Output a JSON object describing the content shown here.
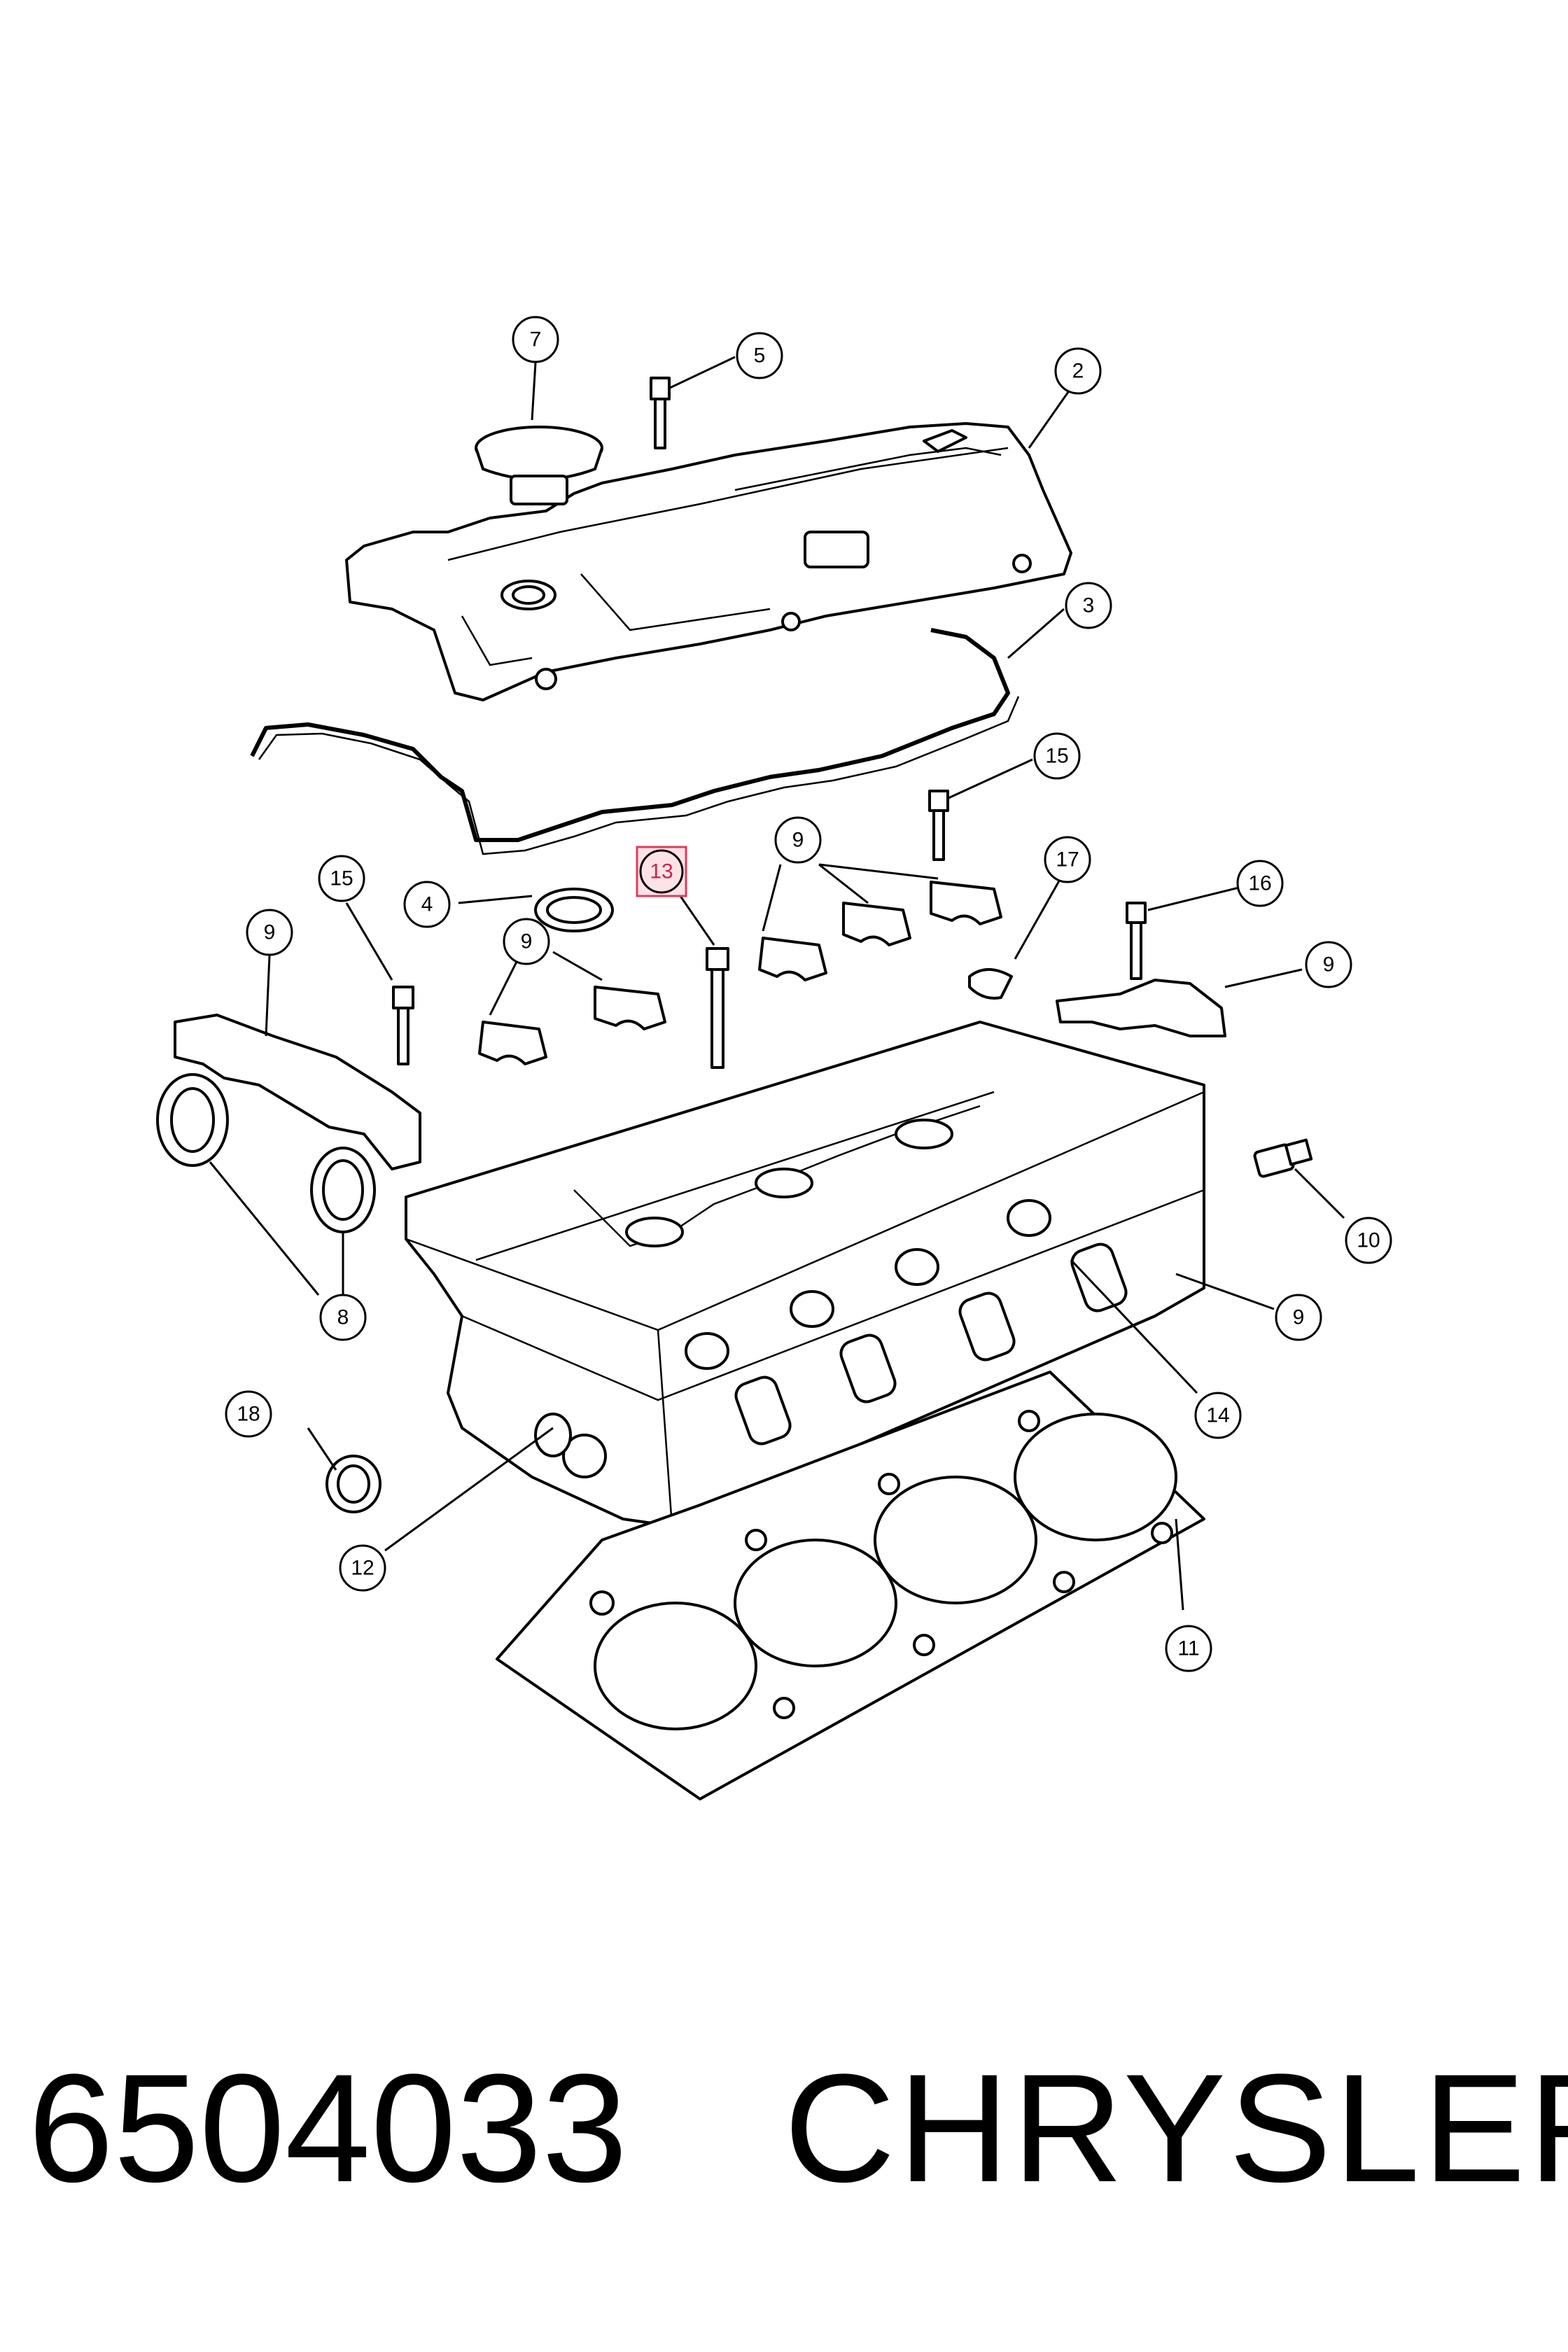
{
  "callouts": {
    "c2": "2",
    "c3": "3",
    "c4": "4",
    "c5": "5",
    "c7": "7",
    "c8": "8",
    "c9a": "9",
    "c9b": "9",
    "c9c": "9",
    "c9d": "9",
    "c9e": "9",
    "c10": "10",
    "c11": "11",
    "c12": "12",
    "c13": "13",
    "c14": "14",
    "c15a": "15",
    "c15b": "15",
    "c16": "16",
    "c17": "17",
    "c18": "18"
  },
  "highlighted_callout": "13",
  "highlight_color": "#e23b5a",
  "footer": {
    "part_number": "6504033",
    "brand": "CHRYSLER"
  }
}
